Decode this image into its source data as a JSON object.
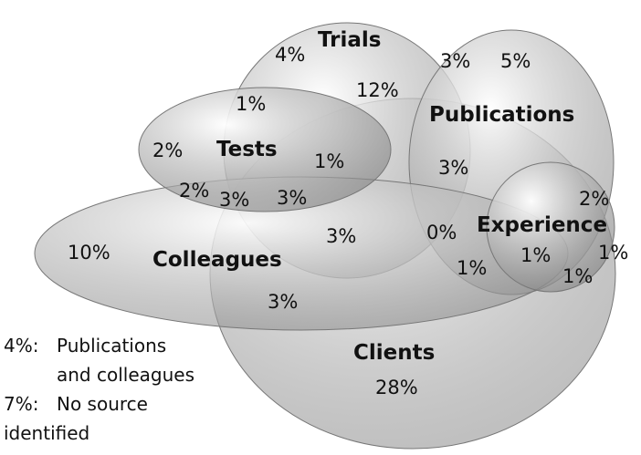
{
  "sets": {
    "trials": "Trials",
    "tests": "Tests",
    "publications": "Publications",
    "colleagues": "Colleagues",
    "experience": "Experience",
    "clients": "Clients"
  },
  "regions": {
    "trials_only": "4%",
    "trials_publications_top": "3%",
    "publications_only": "5%",
    "trials_publications_colleagues": "12%",
    "trials_tests": "1%",
    "tests_only": "2%",
    "tests_trials_right": "1%",
    "tests_colleagues": "2%",
    "tests_colleagues_trials": "3%",
    "tests_colleagues_trials_clients": "3%",
    "publications_clients": "3%",
    "publications_experience": "2%",
    "colleagues_only": "10%",
    "colleagues_clients": "3%",
    "colleagues_clients_publications": "3%",
    "experience_colleagues_center": "0%",
    "experience_only": "1%",
    "experience_clients_right": "1%",
    "experience_clients_bottom": "1%",
    "clients_colleagues_publications": "1%",
    "clients_only": "28%"
  },
  "notes": {
    "note1_value": "4%:",
    "note1_line1": "Publications",
    "note1_line2": "and colleagues",
    "note2_value": "7%:",
    "note2_line1": "No source",
    "note2_line2": "identified"
  }
}
